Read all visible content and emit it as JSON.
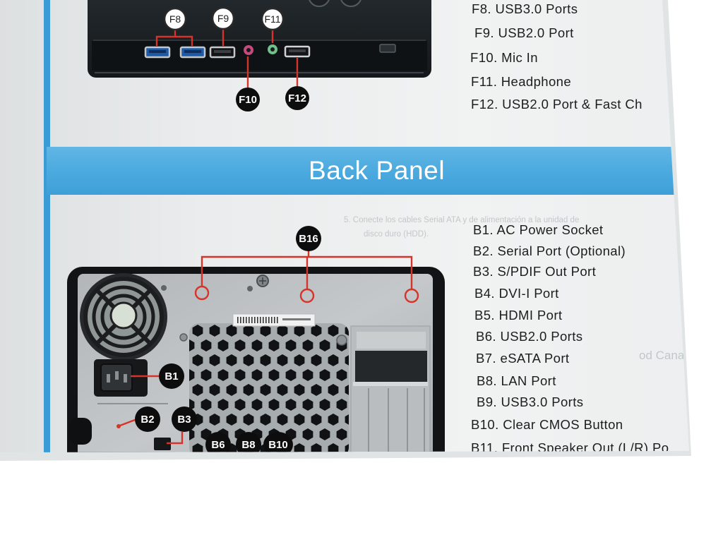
{
  "colors": {
    "accent_blue": "#4aa9de",
    "leader_red": "#d6342a",
    "callout_black": "#0d0d0d"
  },
  "front_panel": {
    "callouts": {
      "f8": "F8",
      "f9": "F9",
      "f10": "F10",
      "f11": "F11",
      "f12": "F12"
    },
    "legend": [
      "F8. USB3.0 Ports",
      "F9. USB2.0 Port",
      "F10. Mic In",
      "F11. Headphone",
      "F12. USB2.0 Port & Fast Ch"
    ]
  },
  "back_panel": {
    "title": "Back Panel",
    "callouts": {
      "b1": "B1",
      "b2": "B2",
      "b3": "B3",
      "b6": "B6",
      "b8": "B8",
      "b10": "B10",
      "b16": "B16"
    },
    "legend": [
      "B1. AC Power Socket",
      "B2. Serial Port (Optional)",
      "B3. S/PDIF Out Port",
      "B4. DVI-I Port",
      "B5. HDMI Port",
      "B6. USB2.0 Ports",
      "B7. eSATA Port",
      "B8. LAN Port",
      "B9. USB3.0 Ports",
      "B10. Clear CMOS Button",
      "B11. Front Speaker Out (L/R) Po"
    ]
  },
  "background_text": [
    "5. Conecte los cables Serial ATA y de alimentación a la unidad de",
    "disco duro (HDD).",
    "od Canal Dual"
  ]
}
